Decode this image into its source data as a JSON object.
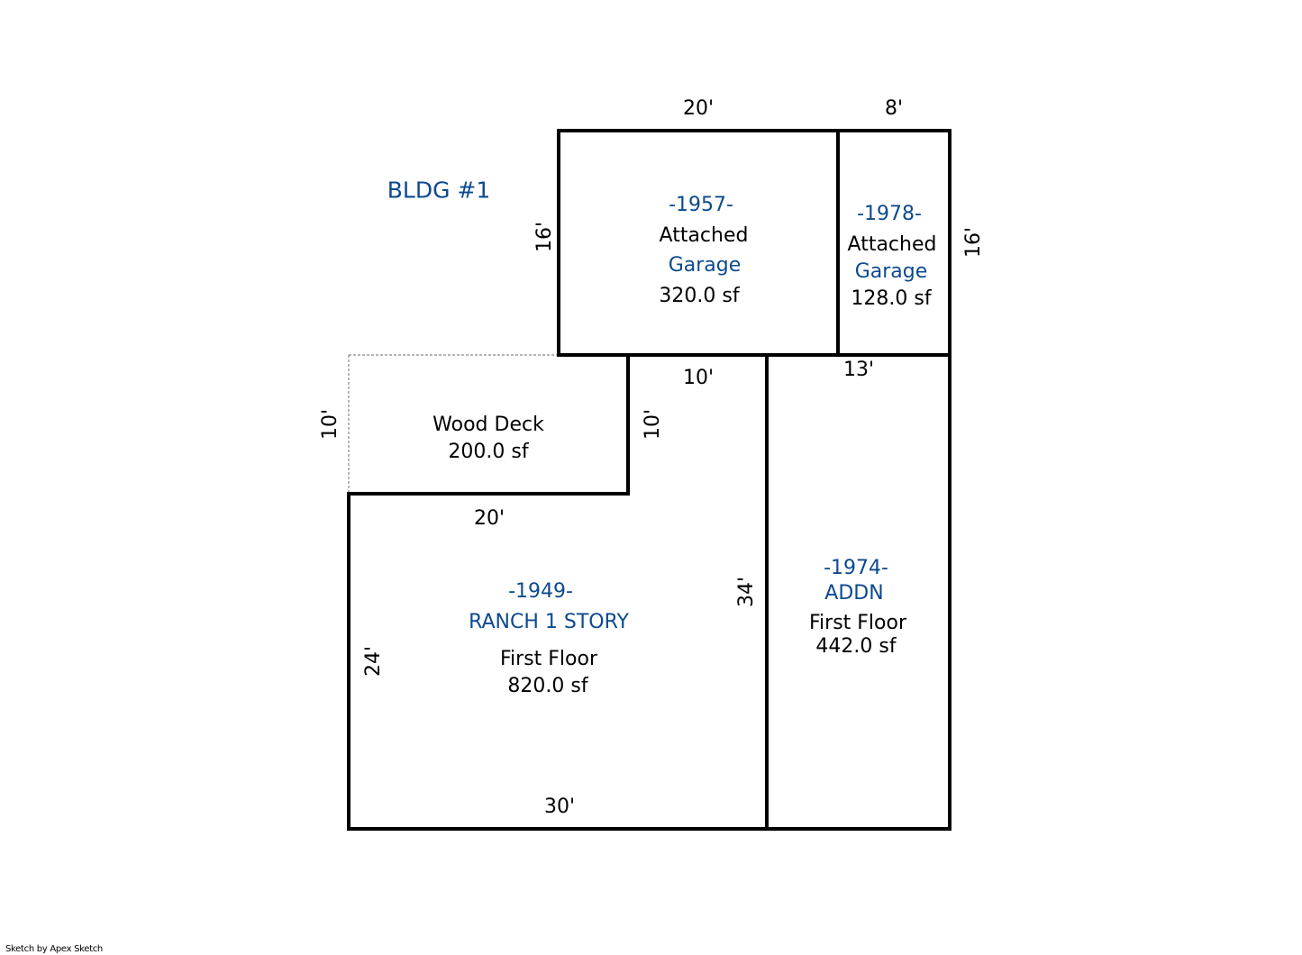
{
  "building": {
    "title": "BLDG #1"
  },
  "colors": {
    "line": "#000000",
    "label_blue": "#0d4a8f",
    "label_black": "#000000",
    "deck_dashed": "#888888"
  },
  "areas": {
    "garage_1957": {
      "year": "-1957-",
      "type_line1": "Attached",
      "type_line2": "Garage",
      "area": "320.0 sf"
    },
    "garage_1978": {
      "year": "-1978-",
      "type_line1": "Attached",
      "type_line2": "Garage",
      "area": "128.0 sf"
    },
    "wood_deck": {
      "name": "Wood Deck",
      "area": "200.0 sf"
    },
    "ranch_1949": {
      "year": "-1949-",
      "style": "RANCH 1 STORY",
      "floor": "First Floor",
      "area": "820.0 sf"
    },
    "addn_1974": {
      "year": "-1974-",
      "style": "ADDN",
      "floor": "First Floor",
      "area": "442.0 sf"
    }
  },
  "dimensions": {
    "garage1957_top": "20'",
    "garage1978_top": "8'",
    "garage1957_left": "16'",
    "garage1978_right": "16'",
    "ranch_top_segment": "10'",
    "addn_top": "13'",
    "deck_left": "10'",
    "deck_right": "10'",
    "deck_bottom": "20'",
    "ranch_right": "34'",
    "ranch_left": "24'",
    "ranch_bottom": "30'"
  },
  "footer": {
    "credit": "Sketch by Apex Sketch"
  }
}
